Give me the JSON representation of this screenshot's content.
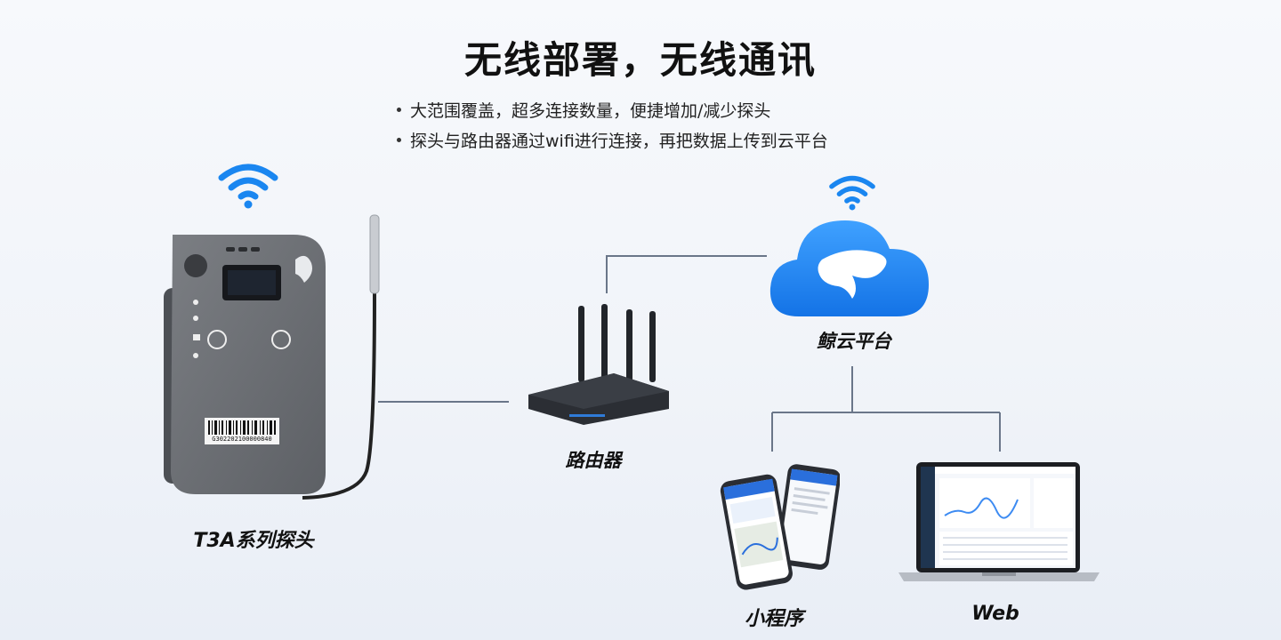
{
  "header": {
    "title": "无线部署，无线通讯",
    "bullets": [
      "大范围覆盖，超多连接数量，便捷增加/减少探头",
      "探头与路由器通过wifi进行连接，再把数据上传到云平台"
    ]
  },
  "nodes": {
    "probe": {
      "label": "T3A系列探头",
      "barcode": "G302202100000840"
    },
    "router": {
      "label": "路由器"
    },
    "cloud": {
      "label": "鲸云平台"
    },
    "miniprogram": {
      "label": "小程序"
    },
    "web": {
      "label": "Web"
    }
  },
  "colors": {
    "accent": "#1a86f0",
    "device_gray": "#6c6f74",
    "line": "#6a7689"
  }
}
